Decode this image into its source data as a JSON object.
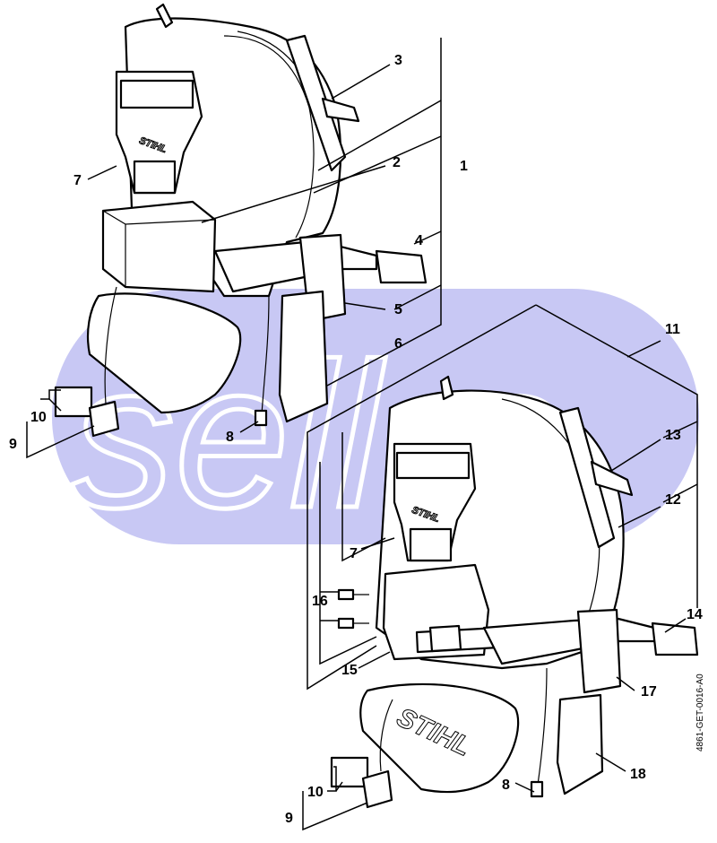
{
  "watermark": {
    "text": "sell•o",
    "color": "#c8c8f4"
  },
  "callouts": {
    "upper": [
      "3",
      "2",
      "1",
      "7",
      "4",
      "5",
      "6",
      "10",
      "9",
      "8"
    ],
    "lower": [
      "11",
      "13",
      "12",
      "7",
      "16",
      "14",
      "15",
      "17",
      "18",
      "10",
      "9",
      "8"
    ]
  },
  "logos": {
    "control_unit": "STIHL",
    "hip_pad": "STIHL"
  },
  "document_id": "4861-GET-0016-A0"
}
